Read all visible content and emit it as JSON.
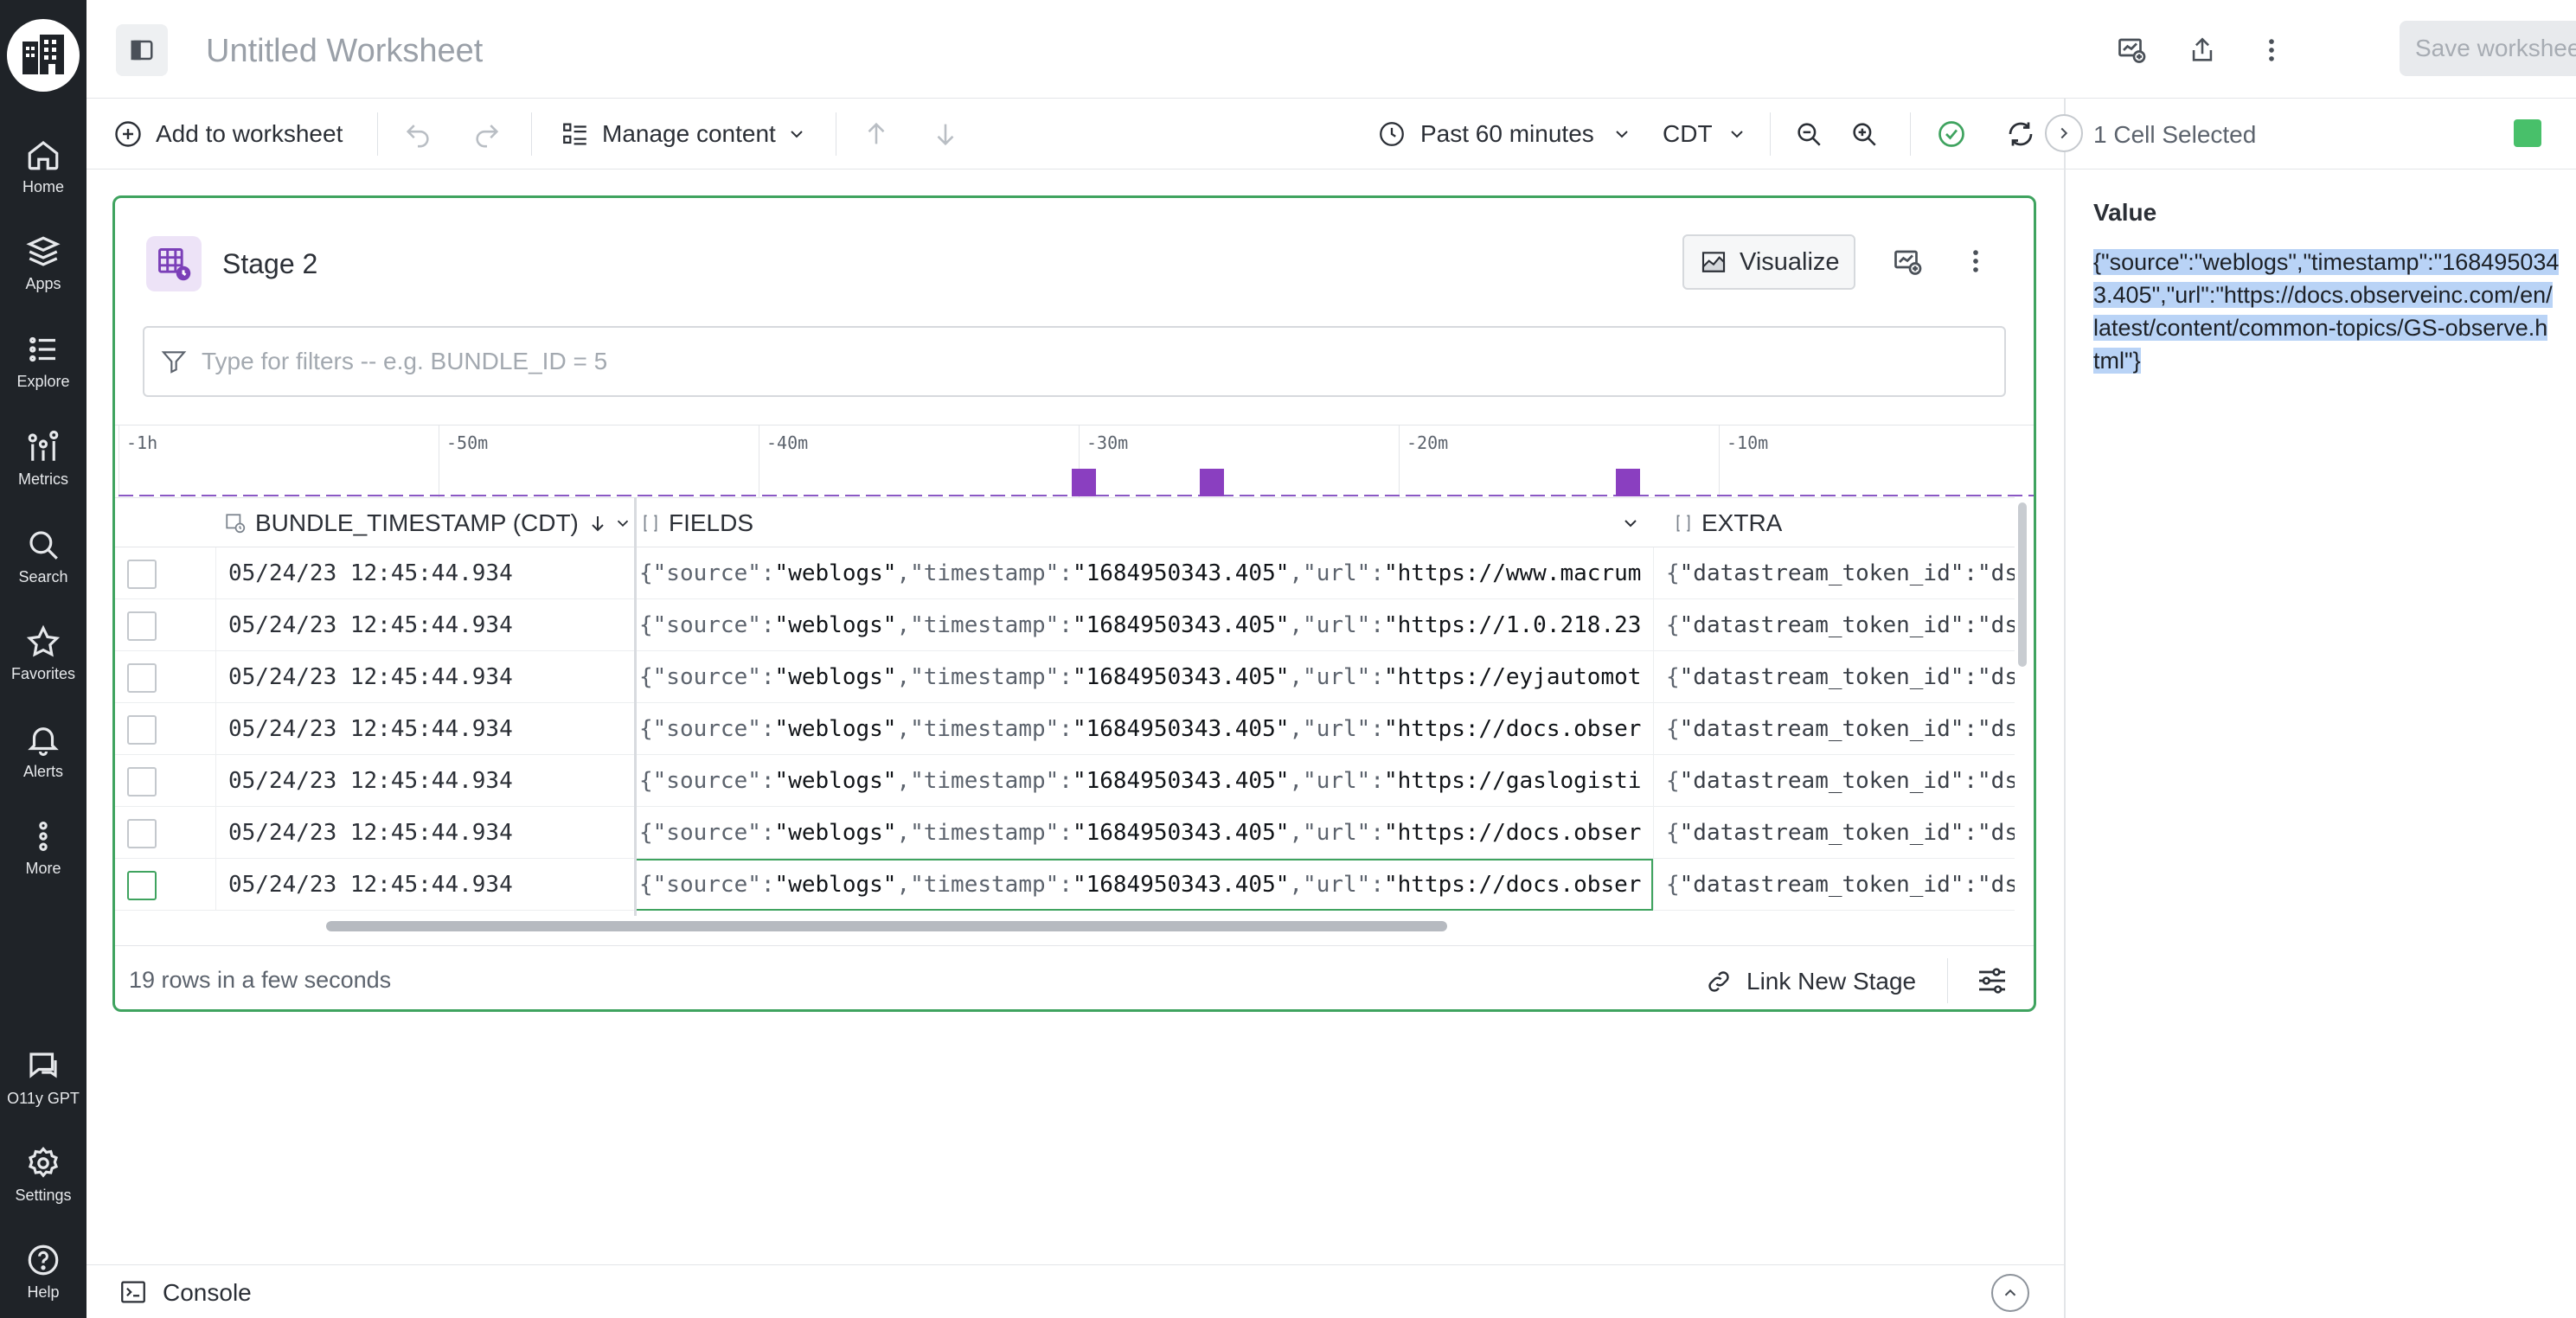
{
  "nav": {
    "items": [
      {
        "label": "Home",
        "icon": "home-icon"
      },
      {
        "label": "Apps",
        "icon": "apps-icon"
      },
      {
        "label": "Explore",
        "icon": "explore-icon"
      },
      {
        "label": "Metrics",
        "icon": "metrics-icon"
      },
      {
        "label": "Search",
        "icon": "search-icon"
      },
      {
        "label": "Favorites",
        "icon": "star-icon"
      },
      {
        "label": "Alerts",
        "icon": "bell-icon"
      },
      {
        "label": "More",
        "icon": "more-vertical-icon"
      },
      {
        "label": "O11y GPT",
        "icon": "chat-icon"
      },
      {
        "label": "Settings",
        "icon": "gear-icon"
      },
      {
        "label": "Help",
        "icon": "help-icon"
      }
    ]
  },
  "header": {
    "title": "Untitled Worksheet",
    "save_label": "Save worksheet"
  },
  "toolbar": {
    "add_label": "Add to worksheet",
    "manage_label": "Manage content",
    "time_range": "Past 60 minutes",
    "timezone": "CDT"
  },
  "panel": {
    "selection": "1 Cell Selected",
    "value_label": "Value",
    "value_line1_a": "{\"source\":\"weblogs\",\"timestamp\":\"168495034",
    "value_line2": "3.405\",\"url\":\"https://docs.observeinc.com/en/",
    "value_line3": "latest/content/common-topics/GS-observe.h",
    "value_line4": "tml\"}"
  },
  "stage": {
    "title": "Stage 2",
    "visualize_label": "Visualize",
    "filter_placeholder": "Type for filters -- e.g. BUNDLE_ID = 5",
    "histogram_ticks": [
      "-1h",
      "-50m",
      "-40m",
      "-30m",
      "-20m",
      "-10m"
    ],
    "histogram_bars_at_minutes_ago": [
      -30,
      -26,
      -13
    ],
    "columns": {
      "timestamp": "BUNDLE_TIMESTAMP (CDT)",
      "fields": "FIELDS",
      "extra": "EXTRA"
    },
    "rows": [
      {
        "ts": "05/24/23 12:45:44.934",
        "url": "\"https://www.macrum",
        "extra": "\"datastream_token_id\":\"ds"
      },
      {
        "ts": "05/24/23 12:45:44.934",
        "url": "\"https://1.0.218.23",
        "extra": "\"datastream_token_id\":\"ds"
      },
      {
        "ts": "05/24/23 12:45:44.934",
        "url": "\"https://eyjautomot",
        "extra": "\"datastream_token_id\":\"ds"
      },
      {
        "ts": "05/24/23 12:45:44.934",
        "url": "\"https://docs.obser",
        "extra": "\"datastream_token_id\":\"ds"
      },
      {
        "ts": "05/24/23 12:45:44.934",
        "url": "\"https://gaslogisti",
        "extra": "\"datastream_token_id\":\"ds"
      },
      {
        "ts": "05/24/23 12:45:44.934",
        "url": "\"https://docs.obser",
        "extra": "\"datastream_token_id\":\"ds"
      },
      {
        "ts": "05/24/23 12:45:44.934",
        "url": "\"https://docs.obser",
        "extra": "\"datastream_token_id\":\"ds"
      }
    ],
    "field_prefix": {
      "k_source": "\"source\"",
      "v_source": "\"weblogs\"",
      "k_timestamp": "\"timestamp\"",
      "v_timestamp": "\"1684950343.405\"",
      "k_url": "\"url\""
    },
    "rows_info": "19 rows in a few seconds",
    "link_label": "Link New Stage"
  },
  "console": {
    "label": "Console"
  },
  "colors": {
    "accent_green": "#3fa35f",
    "histogram_bar": "#8a3fc0",
    "nav_bg": "#1f2328"
  }
}
